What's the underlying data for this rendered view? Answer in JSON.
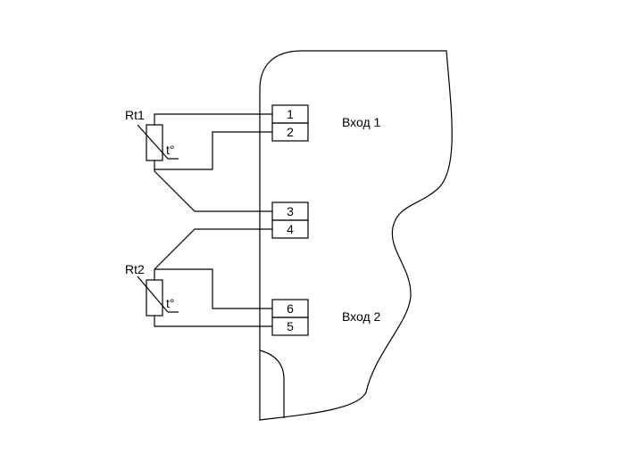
{
  "resistors": {
    "rt1": {
      "label": "Rt1",
      "temp_label": "t°"
    },
    "rt2": {
      "label": "Rt2",
      "temp_label": "t°"
    }
  },
  "terminals": [
    "1",
    "2",
    "3",
    "4",
    "6",
    "5"
  ],
  "inputs": {
    "input1": "Вход 1",
    "input2": "Вход 2"
  }
}
